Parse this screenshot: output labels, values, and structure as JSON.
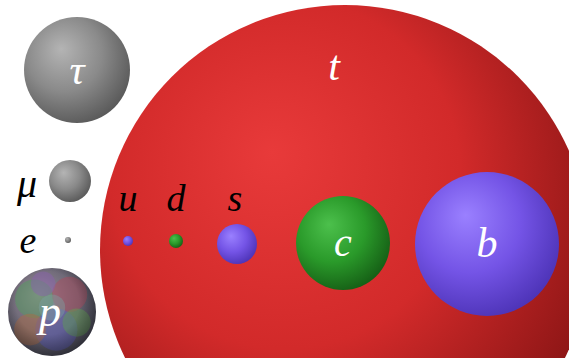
{
  "diagram": {
    "nodes": [
      {
        "text": [
          "τ"
        ]
      },
      {
        "text": [
          "t"
        ]
      },
      {
        "text": [
          "μ"
        ]
      },
      {
        "text": [
          "u"
        ],
        "in": 1
      },
      {
        "text": [
          "d"
        ],
        "in": 1
      },
      {
        "text": [
          "s"
        ],
        "in": 1
      },
      {
        "text": [
          "e"
        ]
      },
      {
        "text": [
          "c"
        ],
        "in": 1
      },
      {
        "text": [
          "b"
        ],
        "in": 1
      },
      {
        "text": [
          "p"
        ]
      }
    ]
  }
}
